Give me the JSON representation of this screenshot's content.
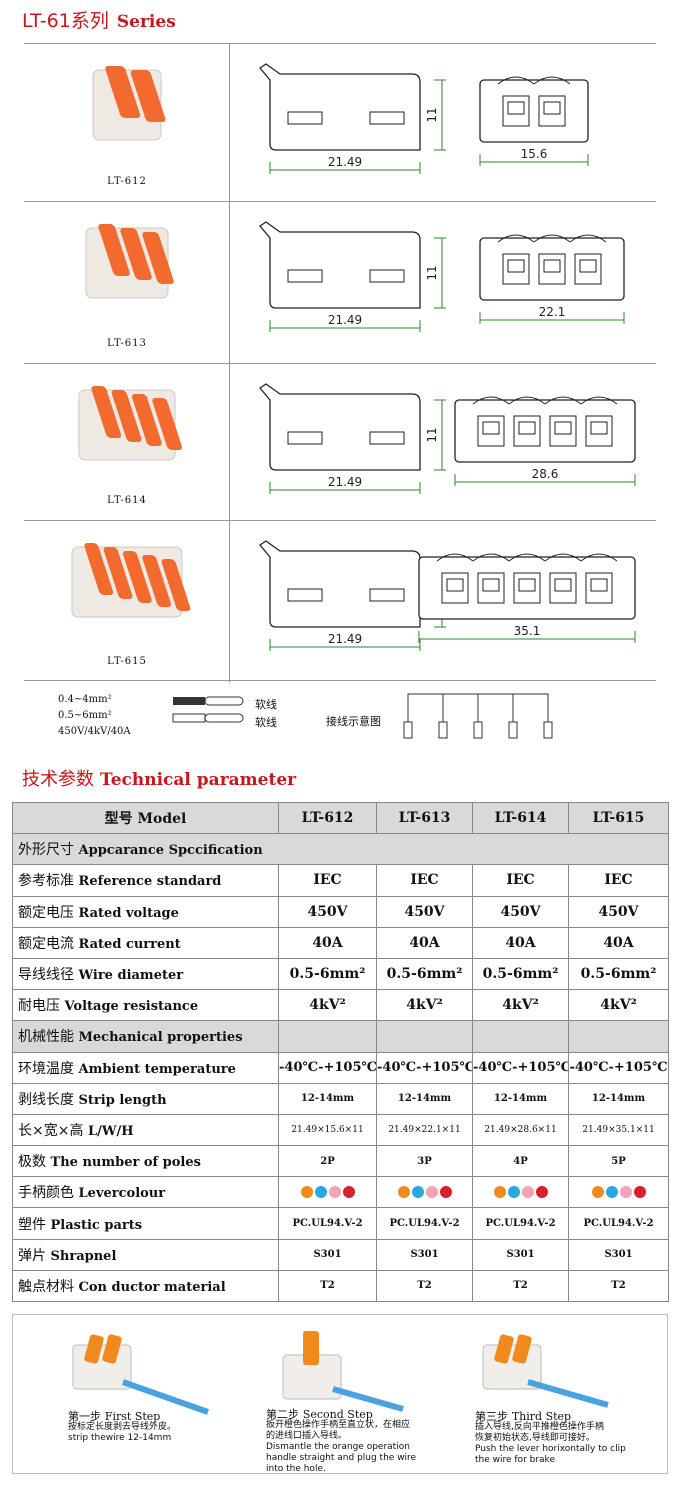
{
  "header": {
    "title_zh": "LT-61系列",
    "title_en": "Series"
  },
  "products": [
    {
      "label": "LT-612",
      "poles": 2,
      "width_dim": "15.6",
      "length_dim": "21.49",
      "height_dim": "11"
    },
    {
      "label": "LT-613",
      "poles": 3,
      "width_dim": "22.1",
      "length_dim": "21.49",
      "height_dim": "11"
    },
    {
      "label": "LT-614",
      "poles": 4,
      "width_dim": "28.6",
      "length_dim": "21.49",
      "height_dim": "11"
    },
    {
      "label": "LT-615",
      "poles": 5,
      "width_dim": "35.1",
      "length_dim": "21.49",
      "height_dim": "11"
    }
  ],
  "legend": {
    "line1": "0.4~4mm²",
    "line2": "0.5~6mm²",
    "line3": "450V/4kV/40A",
    "soft1": "软线",
    "soft2": "软线",
    "diagram": "接线示意图"
  },
  "tech": {
    "title_zh": "技术参数",
    "title_en": "Technical parameter"
  },
  "table": {
    "head": {
      "zh": "型号",
      "en": "Model",
      "models": [
        "LT-612",
        "LT-613",
        "LT-614",
        "LT-615"
      ]
    },
    "rows": [
      {
        "zh": "外形尺寸",
        "en": "Appcarance Spccification",
        "grey": true,
        "vals": []
      },
      {
        "zh": "参考标准",
        "en": "Reference standard",
        "vals": [
          "IEC",
          "IEC",
          "IEC",
          "IEC"
        ]
      },
      {
        "zh": "额定电压",
        "en": "Rated voltage",
        "vals": [
          "450V",
          "450V",
          "450V",
          "450V"
        ]
      },
      {
        "zh": "额定电流",
        "en": "Rated current",
        "vals": [
          "40A",
          "40A",
          "40A",
          "40A"
        ]
      },
      {
        "zh": "导线线径",
        "en": "Wire diameter",
        "vals": [
          "0.5-6mm²",
          "0.5-6mm²",
          "0.5-6mm²",
          "0.5-6mm²"
        ]
      },
      {
        "zh": "耐电压",
        "en": "Voltage resistance",
        "vals": [
          "4kV²",
          "4kV²",
          "4kV²",
          "4kV²"
        ]
      },
      {
        "zh": "机械性能",
        "en": "Mechanical properties",
        "grey": true,
        "vals": []
      },
      {
        "zh": "环境温度",
        "en": "Ambient temperature",
        "vals": [
          "-40℃-+105℃",
          "-40℃-+105℃",
          "-40℃-+105℃",
          "-40℃-+105℃"
        ]
      },
      {
        "zh": "剥线长度",
        "en": "Strip length",
        "vals": [
          "12-14mm",
          "12-14mm",
          "12-14mm",
          "12-14mm"
        ]
      },
      {
        "zh": "长×宽×高",
        "en": "L/W/H",
        "vals": [
          "21.49×15.6×11",
          "21.49×22.1×11",
          "21.49×28.6×11",
          "21.49×35.1×11"
        ]
      },
      {
        "zh": "极数",
        "en": "The number of poles",
        "vals": [
          "2P",
          "3P",
          "4P",
          "5P"
        ]
      },
      {
        "zh": "手柄颜色",
        "en": "Levercolour",
        "colors": true,
        "vals": []
      },
      {
        "zh": "塑件",
        "en": "Plastic parts",
        "vals": [
          "PC.UL94.V-2",
          "PC.UL94.V-2",
          "PC.UL94.V-2",
          "PC.UL94.V-2"
        ]
      },
      {
        "zh": "弹片",
        "en": "Shrapnel",
        "vals": [
          "S301",
          "S301",
          "S301",
          "S301"
        ]
      },
      {
        "zh": "触点材料",
        "en": "Con ductor material",
        "vals": [
          "T2",
          "T2",
          "T2",
          "T2"
        ]
      }
    ],
    "lever_colors": [
      "#f08a1c",
      "#2ba6de",
      "#f2a3b5",
      "#d8202a"
    ]
  },
  "steps": [
    {
      "zh": "第一步",
      "en": "First Step",
      "d1": "按标定长度剥去导线外皮。",
      "d2": "strip thewire 12-14mm",
      "d3": "",
      "d4": ""
    },
    {
      "zh": "第二步",
      "en": "Second Step",
      "d1": "扳开橙色操作手柄至直立状，在相应",
      "d2": "的进线口插入导线。",
      "d3": "Dismantle the orange operation",
      "d4": "handle straight and plug the wire",
      "d5": "into the hole."
    },
    {
      "zh": "第三步",
      "en": "Third Step",
      "d1": "插入导线,反向平推橙色操作手柄",
      "d2": "恢复初始状态,导线即可接好。",
      "d3": "Push the lever horixontally to clip",
      "d4": "the wire for brake"
    }
  ]
}
